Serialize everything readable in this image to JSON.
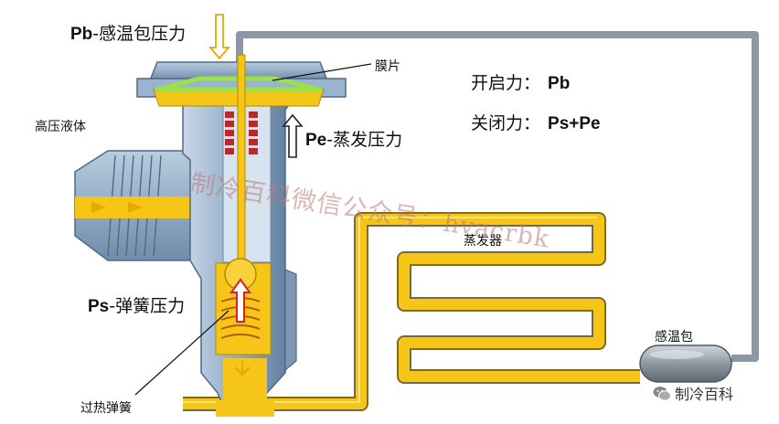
{
  "labels": {
    "pb_sym": "Pb",
    "pb_text": "-感温包压力",
    "diaphragm": "膜片",
    "open_label": "开启力：",
    "open_value": "Pb",
    "close_label": "关闭力：",
    "close_value": "Ps+Pe",
    "pe_sym": "Pe",
    "pe_text": "-蒸发压力",
    "high_pressure_liquid": "高压液体",
    "evaporator": "蒸发器",
    "ps_sym": "Ps",
    "ps_text": "-弹簧压力",
    "superheat_spring": "过热弹簧",
    "sensing_bulb": "感温包"
  },
  "watermark": "制冷百科微信公众号：hvacrbk",
  "brand": {
    "icon": "wechat-icon",
    "name": "制冷百科"
  },
  "colors": {
    "valve_body": "#8aa6c4",
    "refrigerant": "#f5c518",
    "diaphragm": "#9be14a",
    "capillary": "#8c98a4",
    "coil": "#b82a2a",
    "arrow_red": "#e02020"
  }
}
